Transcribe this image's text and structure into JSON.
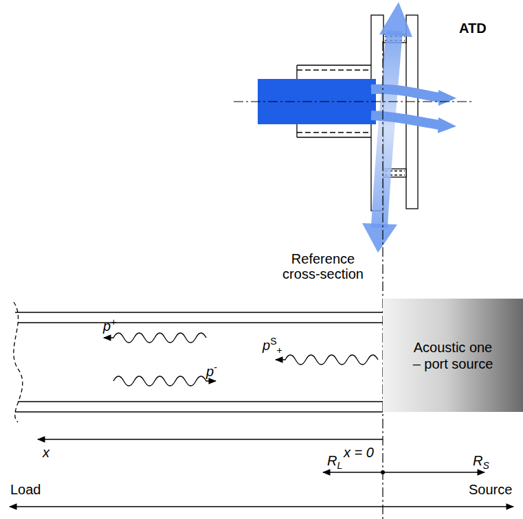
{
  "diagram": {
    "nodes": [
      {
        "text": [
          "Acoustic one – port source"
        ]
      }
    ],
    "labels": [
      "ATD",
      "Reference cross-section",
      "p+",
      "pS+",
      "p-",
      "x",
      "x = 0",
      "RL",
      "RS",
      "Load",
      "Source"
    ]
  }
}
